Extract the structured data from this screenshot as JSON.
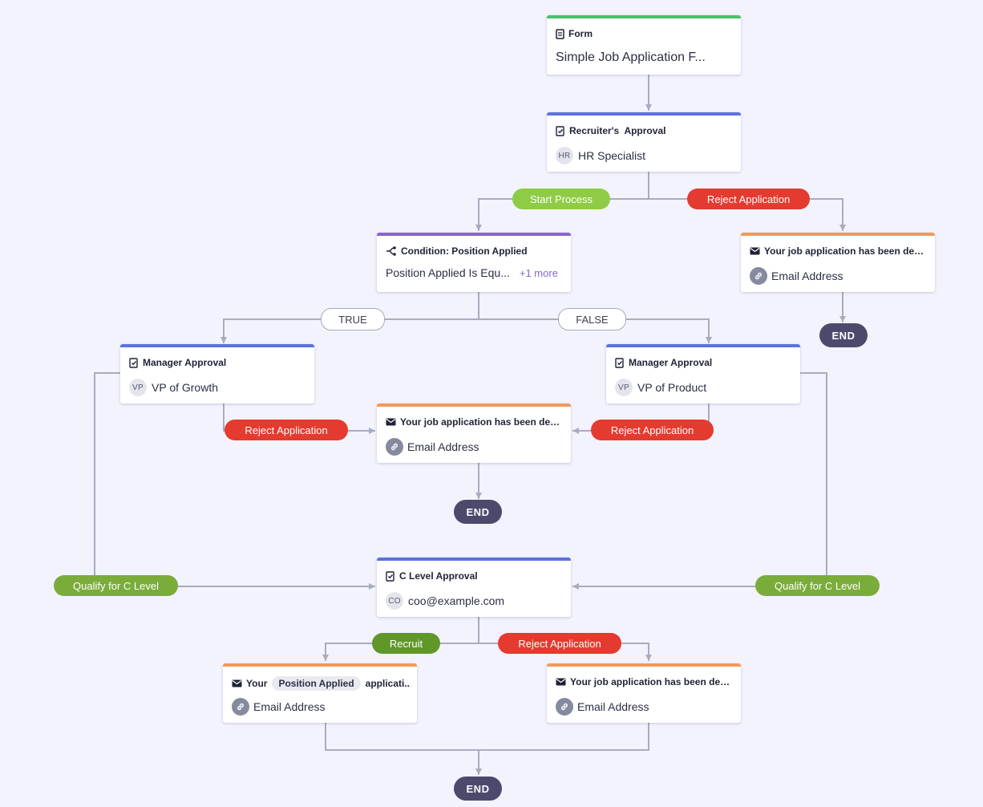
{
  "nodes": {
    "form": {
      "type": "Form",
      "title": "Simple Job Application F..."
    },
    "recruiter_approval": {
      "title": "Recruiter's  Approval",
      "assignee_initials": "HR",
      "assignee": "HR Specialist"
    },
    "condition": {
      "title": "Condition: Position Applied",
      "summary": "Position Applied Is Equ...",
      "more": "+1 more"
    },
    "reject_email_top": {
      "title": "Your job application has been deni...",
      "recipient": "Email Address"
    },
    "manager_approval_left": {
      "title": "Manager Approval",
      "assignee_initials": "VP",
      "assignee": "VP of Growth"
    },
    "manager_approval_right": {
      "title": "Manager Approval",
      "assignee_initials": "VP",
      "assignee": "VP of Product"
    },
    "reject_email_middle": {
      "title": "Your job application has been deni...",
      "recipient": "Email Address"
    },
    "c_level_approval": {
      "title": "C Level Approval",
      "assignee_initials": "CO",
      "assignee": "coo@example.com"
    },
    "recruit_email": {
      "title_prefix": "Your",
      "title_chip": "Position Applied",
      "title_suffix": "applicati...",
      "recipient": "Email Address"
    },
    "reject_email_bottom": {
      "title": "Your job application has been deni...",
      "recipient": "Email Address"
    }
  },
  "edges": {
    "start_process": "Start Process",
    "reject_application": "Reject Application",
    "true": "TRUE",
    "false": "FALSE",
    "qualify_c_level": "Qualify for C Level",
    "recruit": "Recruit"
  },
  "end_label": "END",
  "colors": {
    "background": "#f3f3fe",
    "form_bar": "#4cbf6b",
    "approval_bar": "#5b72e0",
    "condition_bar": "#8a63d2",
    "email_bar": "#f09a5a",
    "reject_pill": "#e53a2f",
    "start_pill": "#8fcc45",
    "qualify_pill": "#7aac3a",
    "recruit_pill": "#5f9729",
    "end_node": "#4c4a6c",
    "connector": "#a9abc0"
  },
  "icons": {
    "form": "form-icon",
    "approval": "approval-icon",
    "condition": "condition-icon",
    "email": "envelope-icon",
    "recipient": "link-icon"
  }
}
